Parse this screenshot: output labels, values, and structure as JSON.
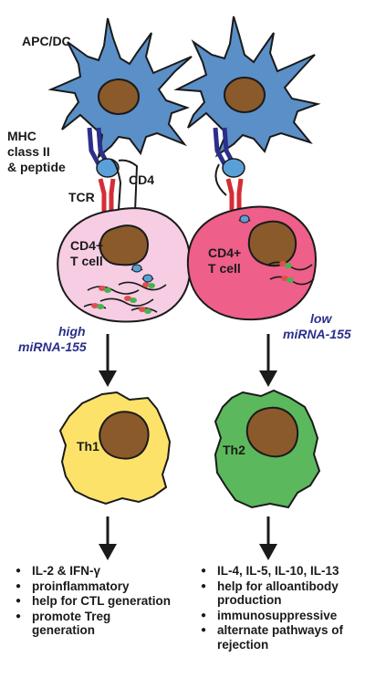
{
  "labels": {
    "apc_dc": "APC/DC",
    "mhc_line1": "MHC",
    "mhc_line2": "class II",
    "mhc_line3": "& peptide",
    "cd4": "CD4",
    "tcr": "TCR",
    "cd4_t_cell_line1": "CD4+",
    "cd4_t_cell_line2": "T cell",
    "high_line1": "high",
    "high_line2": "miRNA-155",
    "low_line1": "low",
    "low_line2": "miRNA-155",
    "th1": "Th1",
    "th2": "Th2"
  },
  "th1_list": [
    "IL-2 & IFN-γ",
    "proinflammatory",
    "help for CTL generation",
    "promote Treg generation"
  ],
  "th2_list": [
    "IL-4, IL-5, IL-10, IL-13",
    "help for alloantibody production",
    "immunosuppressive",
    "alternate pathways of rejection"
  ],
  "colors": {
    "dendritic_cell": "#5b8fc7",
    "nucleus": "#8b5a2b",
    "high_tcell": "#f6cde3",
    "low_tcell": "#ee5f8a",
    "th1": "#fde26a",
    "th2": "#5cb85c",
    "mhc": "#2b2f8a",
    "tcr": "#d62d35",
    "peptide": "#5aa0d8",
    "mirna_text": "#2b2f8a"
  }
}
